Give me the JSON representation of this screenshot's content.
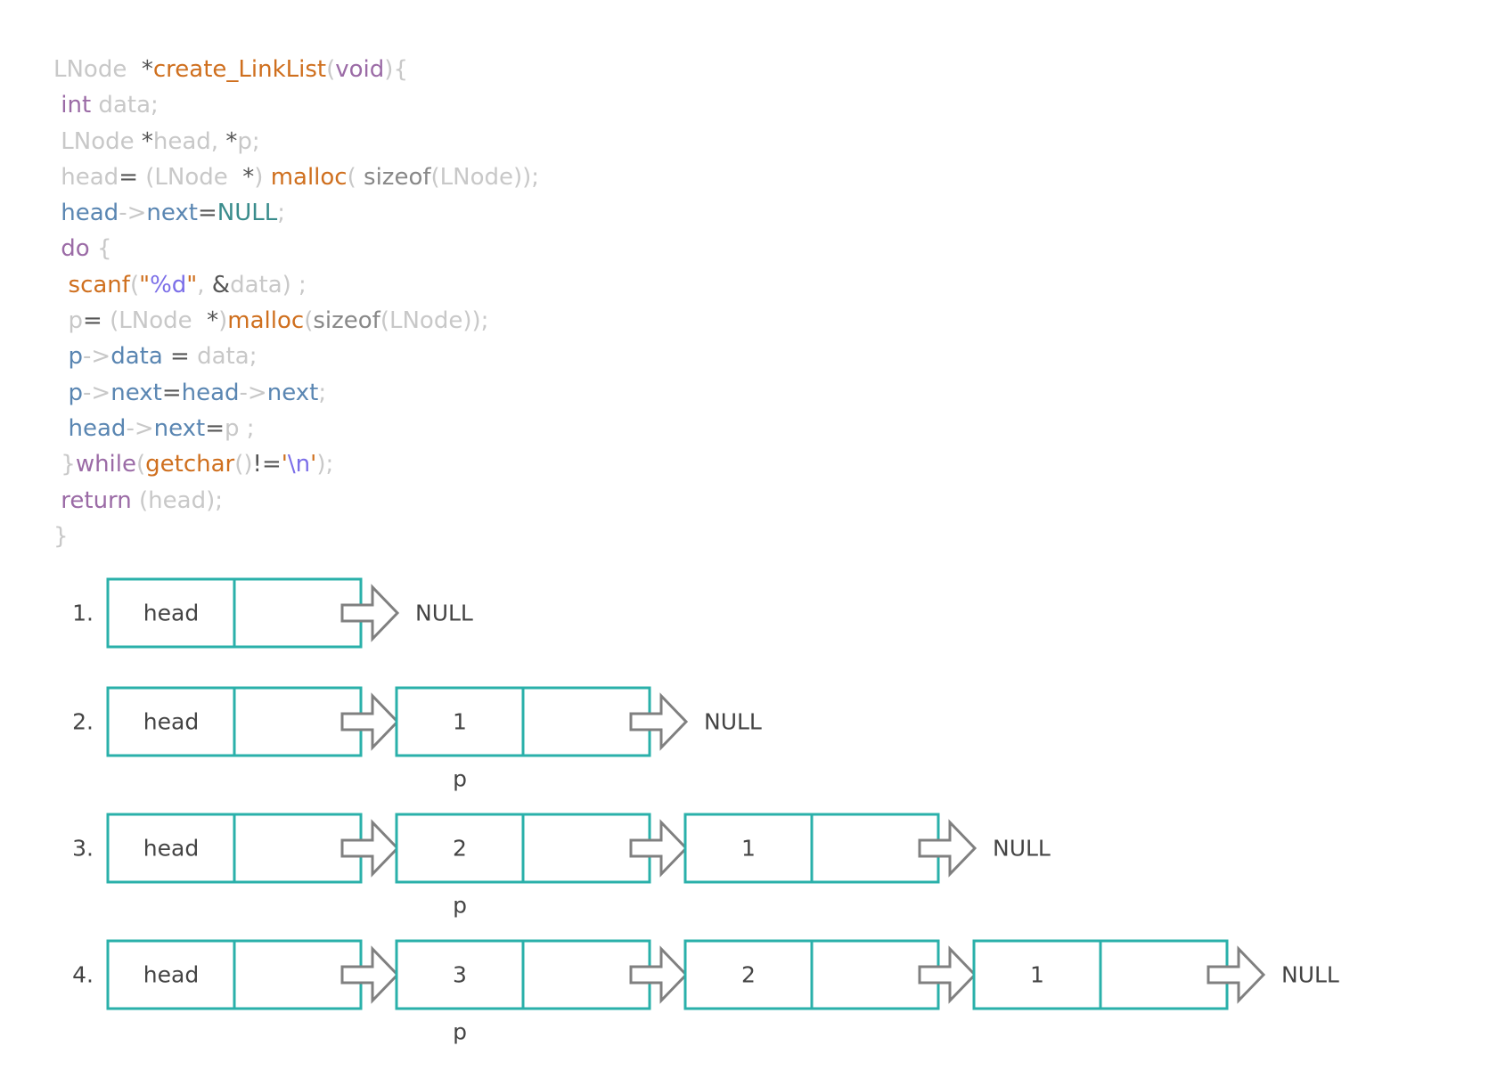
{
  "code": {
    "lines": [
      [
        {
          "t": "LNode  ",
          "c": "g"
        },
        {
          "t": "*",
          "c": "d"
        },
        {
          "t": "create_LinkList",
          "c": "f"
        },
        {
          "t": "(",
          "c": "g"
        },
        {
          "t": "void",
          "c": "k"
        },
        {
          "t": "){",
          "c": "g"
        }
      ],
      [
        {
          "t": " ",
          "c": "g"
        },
        {
          "t": "int",
          "c": "k"
        },
        {
          "t": " data;",
          "c": "g"
        }
      ],
      [
        {
          "t": " LNode ",
          "c": "g"
        },
        {
          "t": "*",
          "c": "d"
        },
        {
          "t": "head, ",
          "c": "g"
        },
        {
          "t": "*",
          "c": "d"
        },
        {
          "t": "p;",
          "c": "g"
        }
      ],
      [
        {
          "t": " head",
          "c": "g"
        },
        {
          "t": "= ",
          "c": "d"
        },
        {
          "t": "(LNode  ",
          "c": "g"
        },
        {
          "t": "*",
          "c": "d"
        },
        {
          "t": ") ",
          "c": "g"
        },
        {
          "t": "malloc",
          "c": "f"
        },
        {
          "t": "( ",
          "c": "g"
        },
        {
          "t": "sizeof",
          "c": "t"
        },
        {
          "t": "(LNode));",
          "c": "g"
        }
      ],
      [
        {
          "t": " head",
          "c": "b"
        },
        {
          "t": "->",
          "c": "g"
        },
        {
          "t": "next",
          "c": "b"
        },
        {
          "t": "=",
          "c": "d"
        },
        {
          "t": "NULL",
          "c": "n"
        },
        {
          "t": ";",
          "c": "g"
        }
      ],
      [
        {
          "t": " do",
          "c": "k"
        },
        {
          "t": " {",
          "c": "g"
        }
      ],
      [
        {
          "t": "  ",
          "c": "g"
        },
        {
          "t": "scanf",
          "c": "f"
        },
        {
          "t": "(",
          "c": "g"
        },
        {
          "t": "\"",
          "c": "f"
        },
        {
          "t": "%d",
          "c": "s"
        },
        {
          "t": "\"",
          "c": "f"
        },
        {
          "t": ", ",
          "c": "g"
        },
        {
          "t": "&",
          "c": "d"
        },
        {
          "t": "data) ;",
          "c": "g"
        }
      ],
      [
        {
          "t": "  p",
          "c": "g"
        },
        {
          "t": "= ",
          "c": "d"
        },
        {
          "t": "(LNode  ",
          "c": "g"
        },
        {
          "t": "*",
          "c": "d"
        },
        {
          "t": ")",
          "c": "g"
        },
        {
          "t": "malloc",
          "c": "f"
        },
        {
          "t": "(",
          "c": "g"
        },
        {
          "t": "sizeof",
          "c": "t"
        },
        {
          "t": "(LNode));",
          "c": "g"
        }
      ],
      [
        {
          "t": "  p",
          "c": "b"
        },
        {
          "t": "->",
          "c": "g"
        },
        {
          "t": "data",
          "c": "b"
        },
        {
          "t": " = ",
          "c": "d"
        },
        {
          "t": "data;",
          "c": "g"
        }
      ],
      [
        {
          "t": "  p",
          "c": "b"
        },
        {
          "t": "->",
          "c": "g"
        },
        {
          "t": "next",
          "c": "b"
        },
        {
          "t": "=",
          "c": "d"
        },
        {
          "t": "head",
          "c": "b"
        },
        {
          "t": "->",
          "c": "g"
        },
        {
          "t": "next",
          "c": "b"
        },
        {
          "t": ";",
          "c": "g"
        }
      ],
      [
        {
          "t": "  head",
          "c": "b"
        },
        {
          "t": "->",
          "c": "g"
        },
        {
          "t": "next",
          "c": "b"
        },
        {
          "t": "=",
          "c": "d"
        },
        {
          "t": "p ;",
          "c": "g"
        }
      ],
      [
        {
          "t": " }",
          "c": "g"
        },
        {
          "t": "while",
          "c": "k"
        },
        {
          "t": "(",
          "c": "g"
        },
        {
          "t": "getchar",
          "c": "f"
        },
        {
          "t": "()",
          "c": "g"
        },
        {
          "t": "!=",
          "c": "d"
        },
        {
          "t": "'",
          "c": "f"
        },
        {
          "t": "\\n",
          "c": "s"
        },
        {
          "t": "'",
          "c": "f"
        },
        {
          "t": ");",
          "c": "g"
        }
      ],
      [
        {
          "t": " return",
          "c": "k"
        },
        {
          "t": " (head);",
          "c": "g"
        }
      ],
      [
        {
          "t": "}",
          "c": "g"
        }
      ]
    ]
  },
  "diagram": {
    "rows": [
      {
        "step": "1.",
        "nodes": [
          "head"
        ],
        "end_label": "NULL",
        "pointer_label": ""
      },
      {
        "step": "2.",
        "nodes": [
          "head",
          "1"
        ],
        "end_label": "NULL",
        "pointer_label": "p"
      },
      {
        "step": "3.",
        "nodes": [
          "head",
          "2",
          "1"
        ],
        "end_label": "NULL",
        "pointer_label": "p"
      },
      {
        "step": "4.",
        "nodes": [
          "head",
          "3",
          "2",
          "1"
        ],
        "end_label": "NULL",
        "pointer_label": "p"
      }
    ],
    "colors": {
      "node_border": "#2ab0aa",
      "arrow": "#808080",
      "text": "#444444"
    }
  }
}
